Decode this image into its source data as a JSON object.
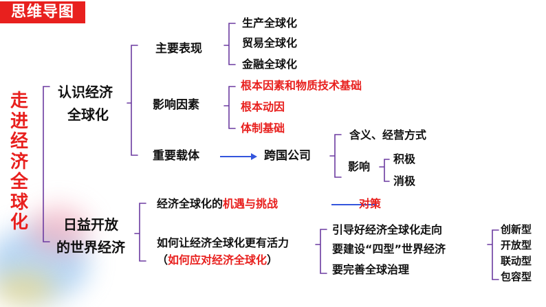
{
  "header": {
    "badge": "思维导图"
  },
  "root": {
    "label": "走进经济全球化"
  },
  "branch1": {
    "label_line1": "认识经济",
    "label_line2": "全球化",
    "manifestations": {
      "label": "主要表现",
      "items": [
        "生产全球化",
        "贸易全球化",
        "金融全球化"
      ]
    },
    "factors": {
      "label": "影响因素",
      "items": [
        "根本因素和物质技术基础",
        "根本动因",
        "体制基础"
      ]
    },
    "carrier": {
      "label": "重要载体",
      "target": "跨国公司",
      "details": {
        "meaning": "含义、经营方式",
        "influence_label": "影响",
        "influence_items": [
          "积极",
          "消极"
        ]
      }
    }
  },
  "branch2": {
    "label_line1": "日益开放",
    "label_line2": "的世界经济",
    "opportunity": {
      "prefix": "经济全球化的",
      "highlight": "机遇与挑战",
      "result": "对策"
    },
    "vitality": {
      "line1": "如何让经济全球化更有活力",
      "line2_open": "（",
      "line2_highlight": "如何应对经济全球化",
      "line2_close": "）",
      "measures": [
        "引导好经济全球化走向",
        "要建设“四型”世界经济",
        "要完善全球治理"
      ],
      "four_types": [
        "创新型",
        "开放型",
        "联动型",
        "包容型"
      ]
    }
  },
  "colors": {
    "accent": "#e8201e",
    "text": "#111111",
    "arrow": "#3355dd",
    "bracket": "#6b3aa0"
  }
}
